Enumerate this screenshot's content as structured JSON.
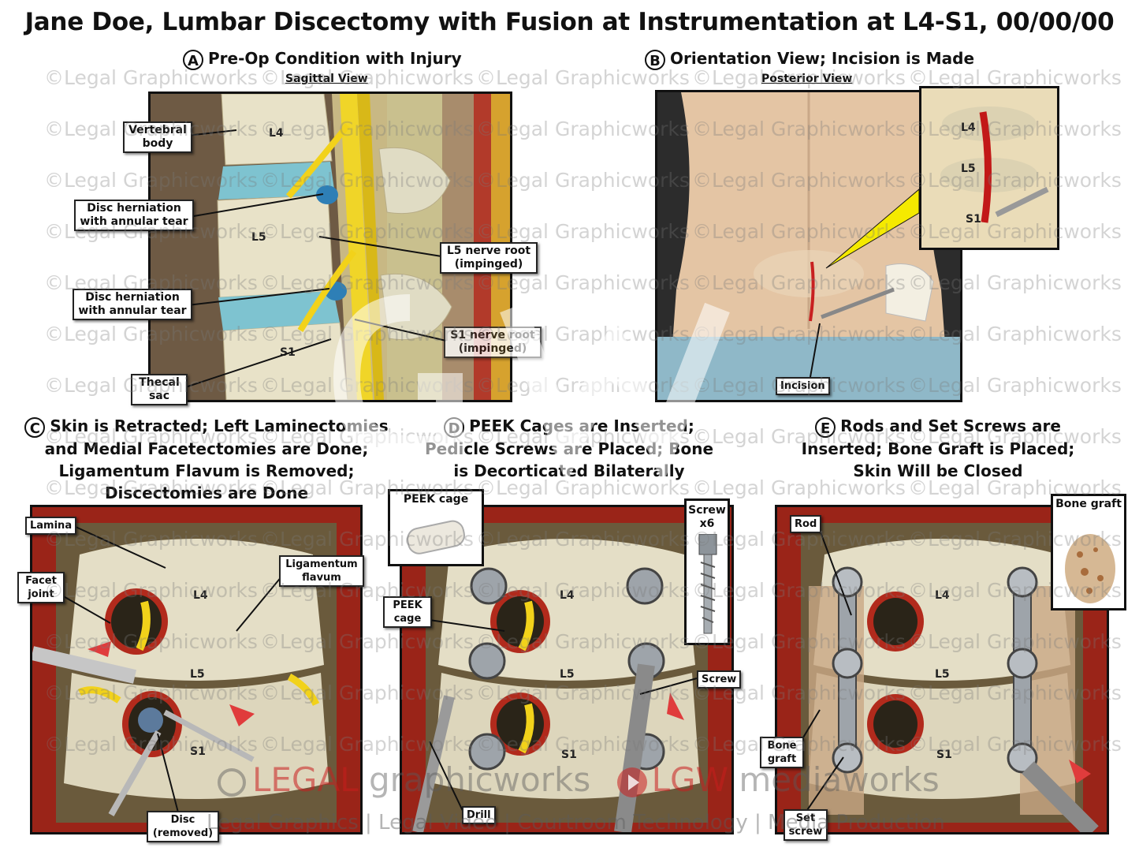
{
  "title": "Jane Doe, Lumbar Discectomy with Fusion at Instrumentation at L4-S1, 00/00/00",
  "watermark": "©Legal Graphicworks",
  "panels": {
    "a": {
      "letter": "A",
      "title": "Pre-Op Condition with Injury",
      "view": "Sagittal View",
      "vertebrae": [
        "L4",
        "L5",
        "S1"
      ],
      "labels": {
        "vertebral_body": "Vertebral body",
        "disc_herniation_1": "Disc herniation with annular tear",
        "disc_herniation_2": "Disc herniation with annular tear",
        "l5_nerve": "L5 nerve root (impinged)",
        "s1_nerve": "S1 nerve root (impinged)",
        "thecal_sac": "Thecal sac"
      }
    },
    "b": {
      "letter": "B",
      "title": "Orientation View; Incision is Made",
      "view": "Posterior View",
      "inset_vertebrae": [
        "L4",
        "L5",
        "S1"
      ],
      "labels": {
        "incision": "Incision"
      }
    },
    "c": {
      "letter": "C",
      "title_lines": [
        "Skin is Retracted; Left Laminectomies",
        "and Medial Facetectomies are Done;",
        "Ligamentum Flavum is Removed;",
        "Discectomies are Done"
      ],
      "vertebrae": [
        "L4",
        "L5",
        "S1"
      ],
      "labels": {
        "lamina": "Lamina",
        "facet_joint": "Facet joint",
        "ligamentum_flavum": "Ligamentum flavum",
        "disc_removed": "Disc (removed)"
      }
    },
    "d": {
      "letter": "D",
      "title_lines": [
        "PEEK Cages are Inserted;",
        "Pedicle Screws are Placed; Bone",
        "is Decorticated Bilaterally"
      ],
      "vertebrae": [
        "L4",
        "L5",
        "S1"
      ],
      "labels": {
        "peek_cage_inset": "PEEK cage",
        "screw_inset": "Screw x6",
        "peek_cage": "PEEK cage",
        "screw": "Screw",
        "drill": "Drill"
      }
    },
    "e": {
      "letter": "E",
      "title_lines": [
        "Rods and Set Screws are",
        "Inserted; Bone Graft is Placed;",
        "Skin Will be Closed"
      ],
      "vertebrae": [
        "L4",
        "L5",
        "S1"
      ],
      "labels": {
        "rod": "Rod",
        "bone_graft_inset": "Bone graft",
        "bone_graft": "Bone graft",
        "set_screw": "Set screw"
      }
    }
  },
  "footer": {
    "brand_1a": "LEGAL",
    "brand_1b": " graphicworks",
    "brand_2a": "LGW",
    "brand_2b": " mediaworks",
    "line": "Legal Graphics | Legal Video | Courtroom Technology | Media Production"
  },
  "colors": {
    "bone": "#e8e2c8",
    "disc": "#7ec3d0",
    "nerve": "#f2d21a",
    "tissue_red": "#b8281c",
    "skin": "#e8c8a8",
    "accent_arrow": "#e03c3c"
  }
}
